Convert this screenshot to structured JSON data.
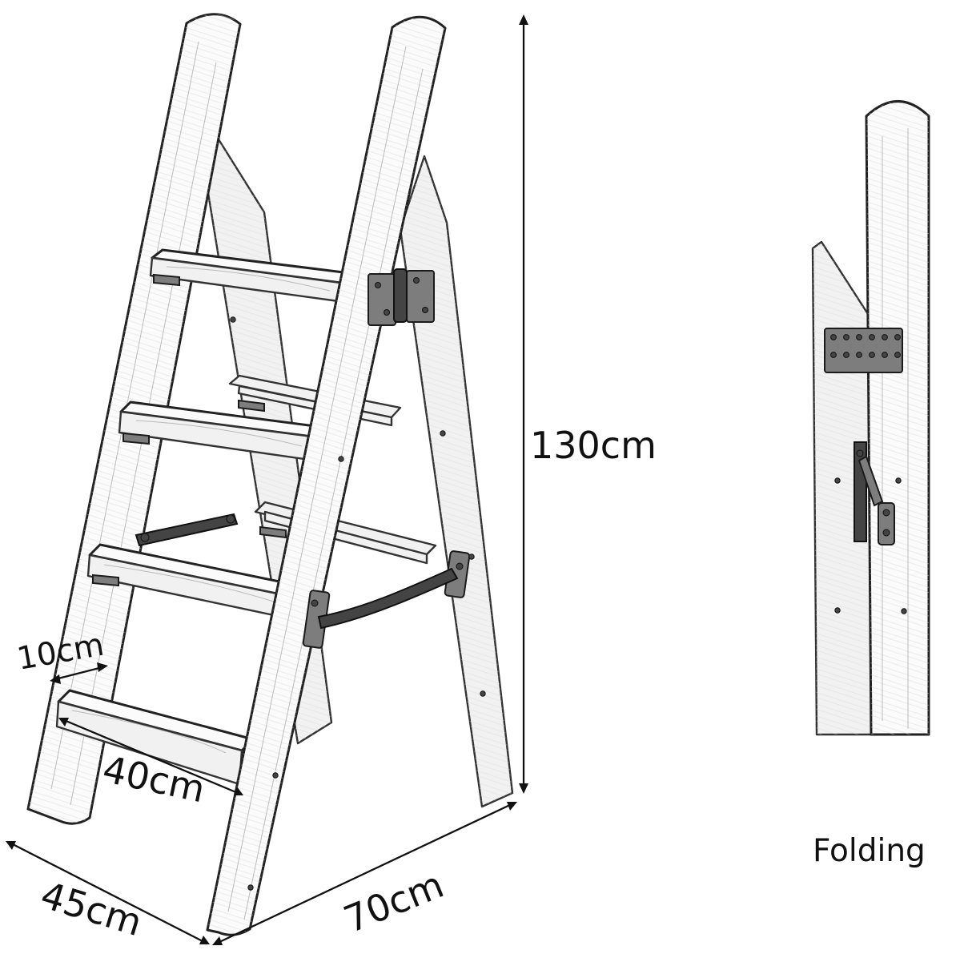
{
  "diagram": {
    "labels": {
      "height": "130cm",
      "step_depth": "10cm",
      "step_width": "40cm",
      "base_depth": "45cm",
      "base_width": "70cm",
      "folding": "Folding"
    }
  }
}
